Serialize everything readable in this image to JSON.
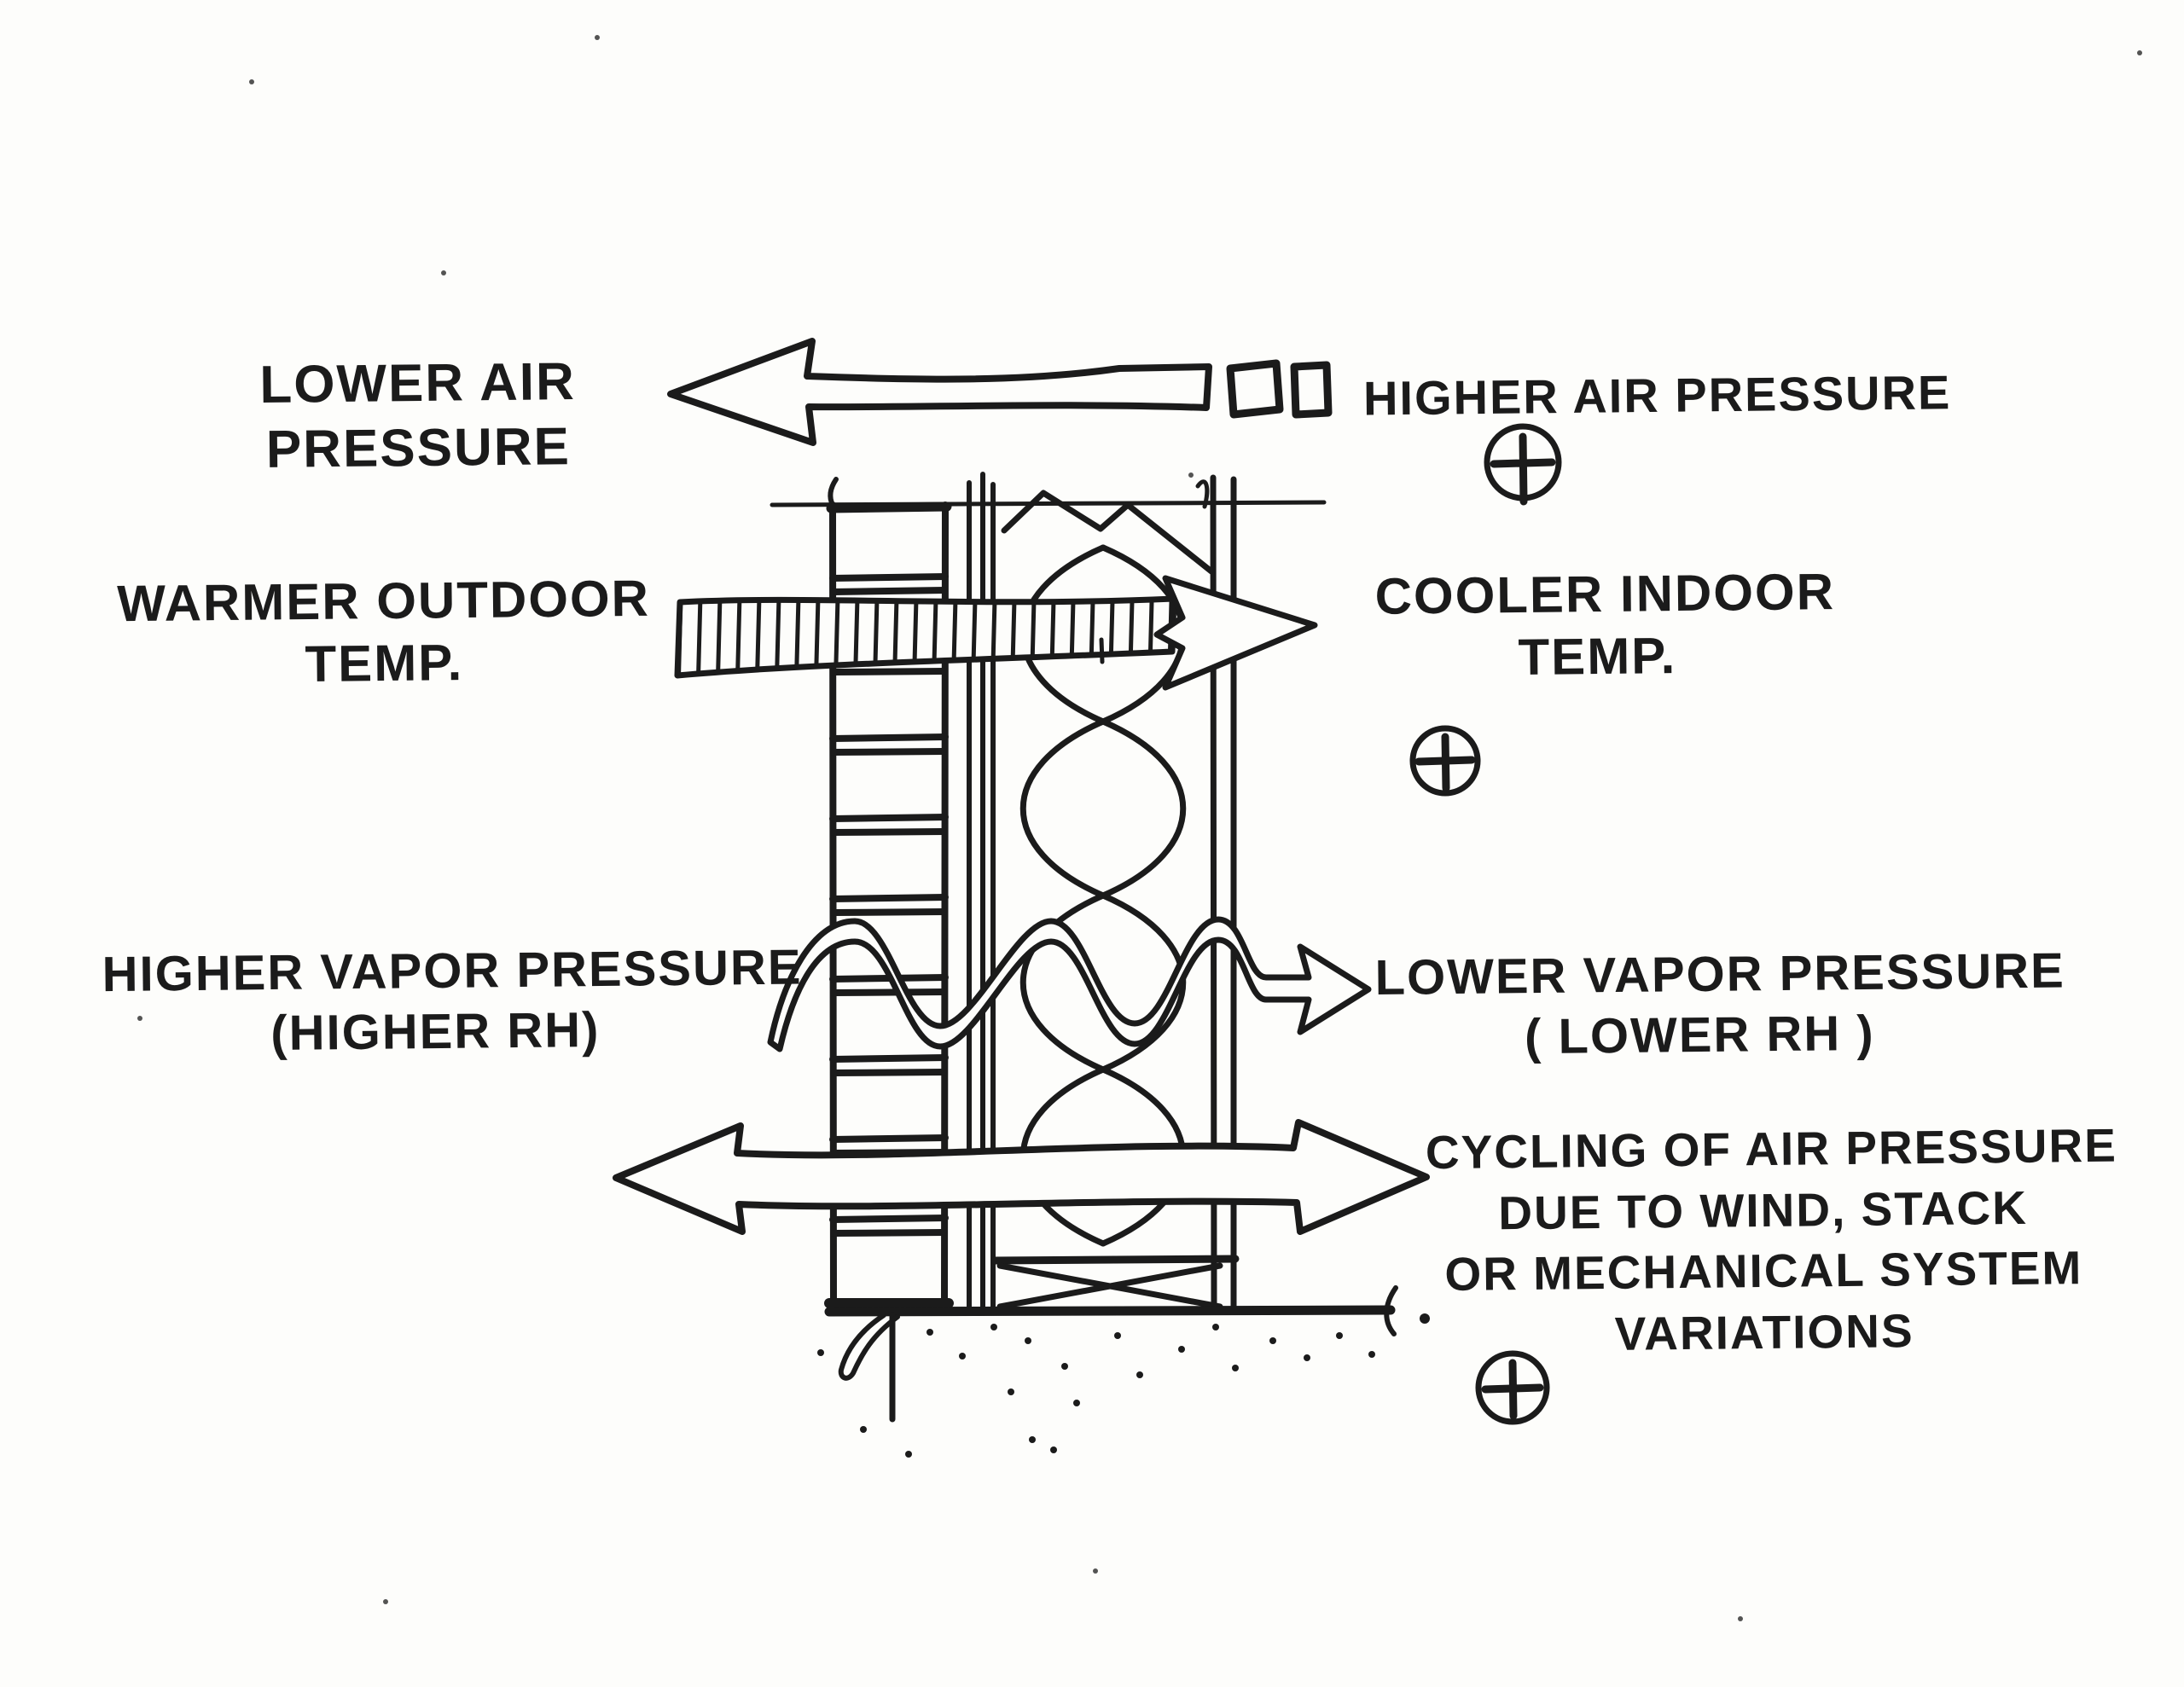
{
  "page": {
    "background": "#fdfdfb",
    "ink_color": "#1b1b1b"
  },
  "labels": {
    "lower_air_pressure": {
      "line1": "LOWER AIR",
      "line2": "PRESSURE"
    },
    "higher_air_pressure": {
      "text": "HIGHER AIR PRESSURE"
    },
    "warmer_outdoor_temp": {
      "line1": "WARMER OUTDOOR",
      "line2": "TEMP."
    },
    "cooler_indoor_temp": {
      "line1": "COOLER INDOOR",
      "line2": "TEMP."
    },
    "higher_vapor_pressure": {
      "line1": "HIGHER VAPOR PRESSURE",
      "line2": "(HIGHER RH)"
    },
    "lower_vapor_pressure": {
      "line1": "LOWER VAPOR PRESSURE",
      "line2": "( LOWER RH )"
    },
    "cycling_air_pressure": {
      "line1": "CYCLING OF AIR PRESSURE",
      "line2": "DUE TO WIND, STACK",
      "line3": "OR MECHANICAL SYSTEM",
      "line4": "VARIATIONS"
    }
  },
  "icons": {
    "circled_plus": "+"
  }
}
